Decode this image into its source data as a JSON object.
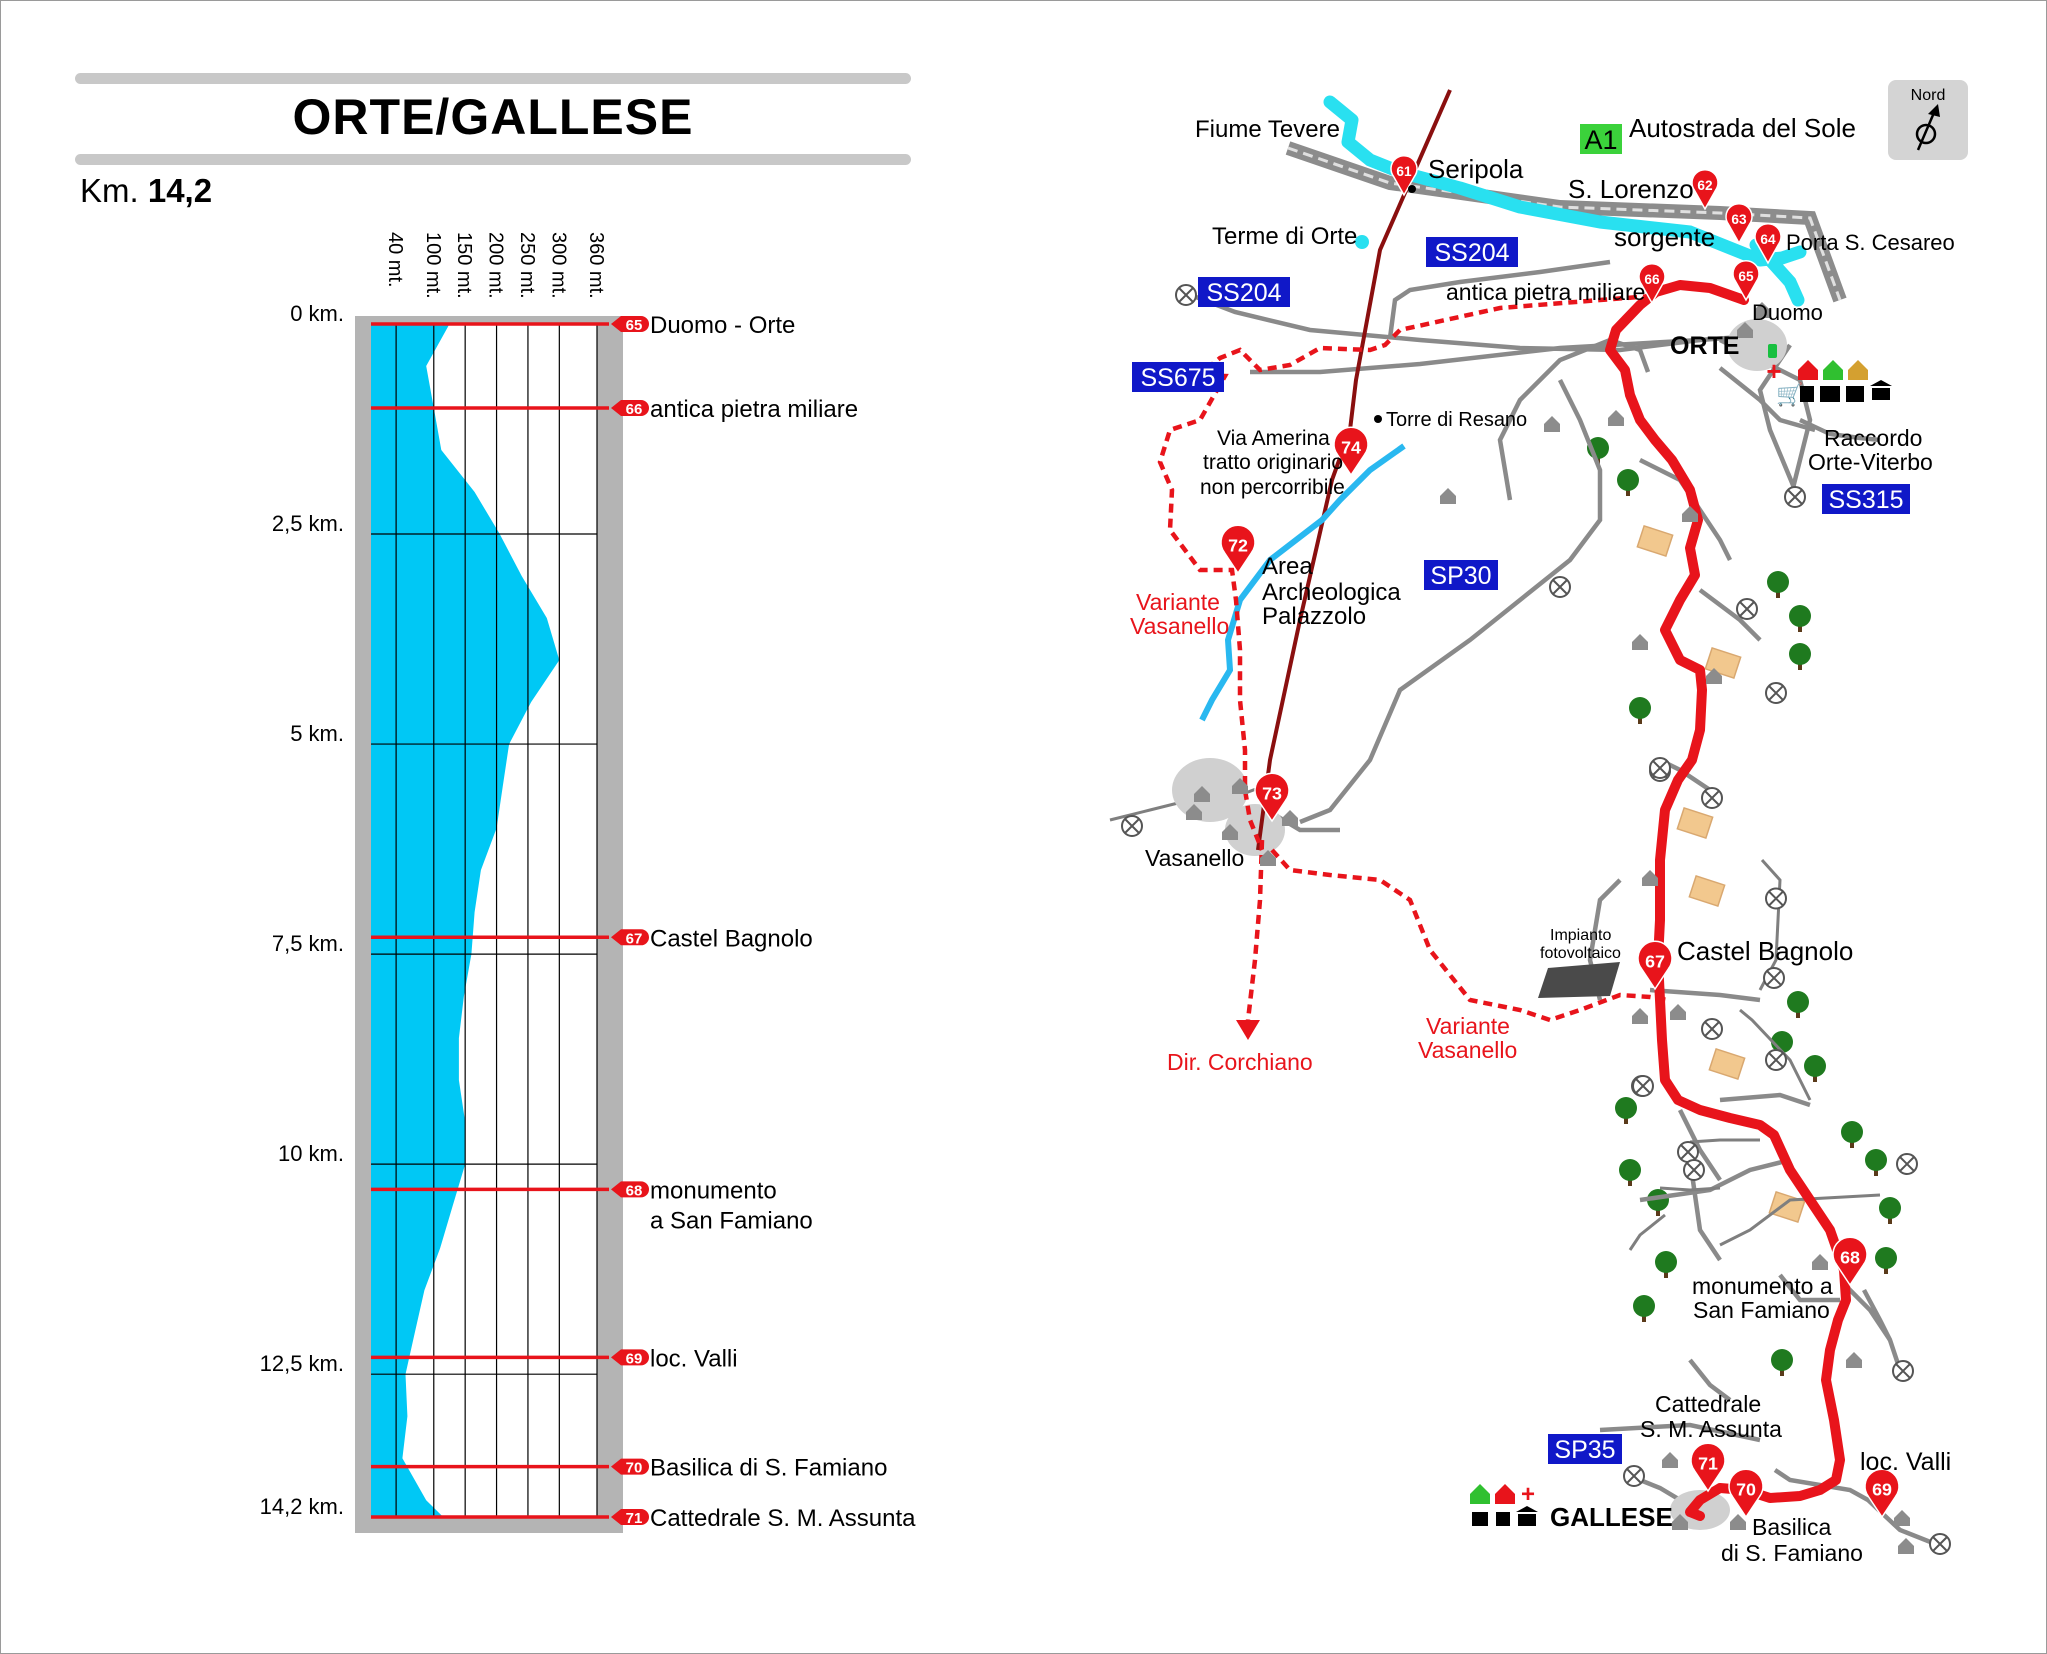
{
  "profile": {
    "title": "ORTE/GALLESE",
    "distance_prefix": "Km.",
    "distance_value": "14,2",
    "altitude_ticks": [
      "40 mt.",
      "100 mt.",
      "150 mt.",
      "200 mt.",
      "250 mt.",
      "300 mt.",
      "360 mt."
    ],
    "km_labels": [
      "0 km.",
      "2,5 km.",
      "5 km.",
      "7,5 km.",
      "10 km.",
      "12,5 km.",
      "14,2 km."
    ],
    "stops": [
      {
        "num": "65",
        "name": "Duomo - Orte",
        "name2": ""
      },
      {
        "num": "66",
        "name": "antica pietra miliare",
        "name2": ""
      },
      {
        "num": "67",
        "name": "Castel Bagnolo",
        "name2": ""
      },
      {
        "num": "68",
        "name": "monumento",
        "name2": "a San Famiano"
      },
      {
        "num": "69",
        "name": "loc. Valli",
        "name2": ""
      },
      {
        "num": "70",
        "name": "Basilica di S. Famiano",
        "name2": ""
      },
      {
        "num": "71",
        "name": "Cattedrale S. M. Assunta",
        "name2": ""
      }
    ]
  },
  "map": {
    "north": "Nord",
    "legend_a1": "A1",
    "autostrada": "Autostrada del Sole",
    "road_badges": {
      "ss204a": "SS204",
      "ss204b": "SS204",
      "ss675": "SS675",
      "sp30": "SP30",
      "ss315": "SS315",
      "sp35": "SP35"
    },
    "labels": {
      "fiume": "Fiume Tevere",
      "seripola": "Seripola",
      "slorenzo": "S. Lorenzo",
      "terme": "Terme di Orte",
      "sorgente": "sorgente",
      "portasc": "Porta S. Cesareo",
      "pietra": "antica pietra miliare",
      "duomo": "Duomo",
      "orte": "ORTE",
      "torre": "Torre di Resano",
      "amerina1": "Via Amerina",
      "amerina2": "tratto originario",
      "amerina3": "non percorribile",
      "raccordo1": "Raccordo",
      "raccordo2": "Orte-Viterbo",
      "area1": "Area",
      "area2": "Archeologica",
      "area3": "Palazzolo",
      "variante1a": "Variante",
      "variante1b": "Vasanello",
      "vasanello": "Vasanello",
      "impianto1": "Impianto",
      "impianto2": "fotovoltaico",
      "castel": "Castel Bagnolo",
      "dircorchiano": "Dir. Corchiano",
      "variante2a": "Variante",
      "variante2b": "Vasanello",
      "monumento1": "monumento a",
      "monumento2": "San Famiano",
      "cattedrale1": "Cattedrale",
      "cattedrale2": "S. M. Assunta",
      "locvalli": "loc. Valli",
      "gallese": "GALLESE",
      "basilica1": "Basilica",
      "basilica2": "di S. Famiano"
    },
    "markers": [
      "61",
      "62",
      "63",
      "64",
      "65",
      "66",
      "67",
      "68",
      "69",
      "70",
      "71",
      "72",
      "73",
      "74"
    ]
  },
  "colors": {
    "route": "#e8141b",
    "river": "#29e0f0",
    "profile_fill": "#00c8f5",
    "road_badge": "#1018c8",
    "a1_badge": "#3bd23b"
  },
  "chart_data": {
    "type": "area",
    "xlabel": "",
    "ylabel": "",
    "x_unit": "km",
    "y_unit": "mt",
    "x": [
      0,
      0.5,
      1.0,
      1.5,
      2.0,
      2.5,
      3.0,
      3.5,
      4.0,
      4.5,
      5.0,
      5.5,
      6.0,
      6.5,
      7.0,
      7.5,
      8.0,
      8.5,
      9.0,
      9.5,
      10.0,
      10.5,
      11.0,
      11.5,
      12.0,
      12.5,
      13.0,
      13.5,
      14.0,
      14.2
    ],
    "y": [
      125,
      88,
      100,
      112,
      165,
      205,
      240,
      280,
      300,
      255,
      220,
      210,
      200,
      175,
      165,
      160,
      148,
      140,
      140,
      150,
      150,
      130,
      110,
      85,
      70,
      55,
      58,
      50,
      88,
      115
    ],
    "xlim": [
      0,
      14.2
    ],
    "ylim": [
      0,
      360
    ],
    "stop_positions_km": [
      0,
      1.0,
      7.3,
      10.3,
      12.3,
      13.6,
      14.2
    ]
  }
}
